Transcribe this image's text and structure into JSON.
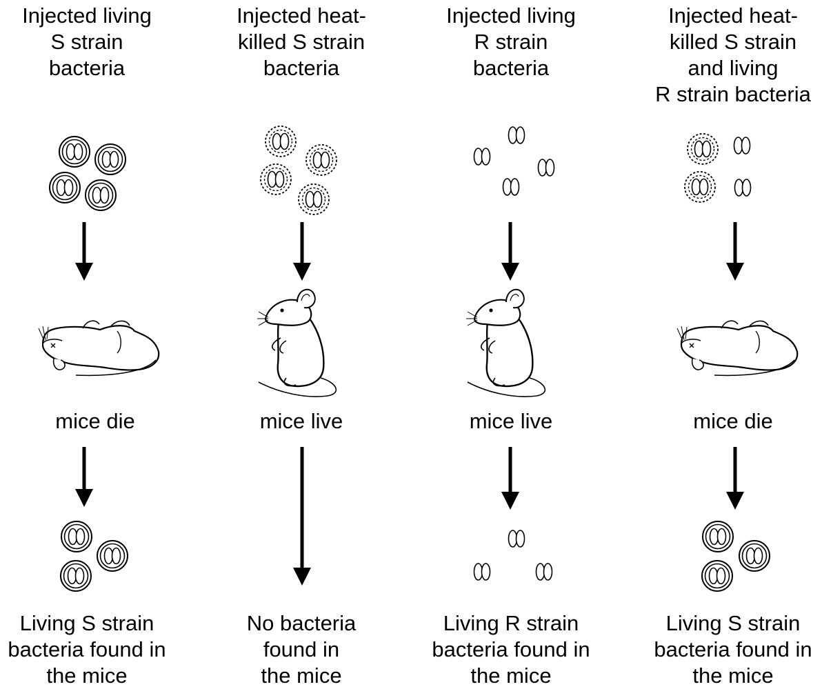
{
  "columns": [
    {
      "header": "Injected living\nS strain\nbacteria",
      "injected_bacteria": "s-strain",
      "outcome": "mice die",
      "result_bacteria": "s-strain",
      "footer": "Living S strain\nbacteria found in\nthe mice"
    },
    {
      "header": "Injected heat-\nkilled S strain\nbacteria",
      "injected_bacteria": "heat-killed-s-strain",
      "outcome": "mice live",
      "result_bacteria": "none",
      "footer": "No bacteria\nfound in\nthe mice"
    },
    {
      "header": "Injected living\nR strain\nbacteria",
      "injected_bacteria": "r-strain",
      "outcome": "mice live",
      "result_bacteria": "r-strain",
      "footer": "Living R strain\nbacteria found in\nthe mice"
    },
    {
      "header": "Injected heat-\nkilled S strain\nand living\nR strain bacteria",
      "injected_bacteria": "heat-killed-s-and-living-r",
      "outcome": "mice die",
      "result_bacteria": "s-strain",
      "footer": "Living S strain\nbacteria found in\nthe mice"
    }
  ],
  "icons": {
    "dead_mouse": "dead-mouse-icon",
    "live_mouse": "live-mouse-icon",
    "arrow": "down-arrow-icon"
  }
}
